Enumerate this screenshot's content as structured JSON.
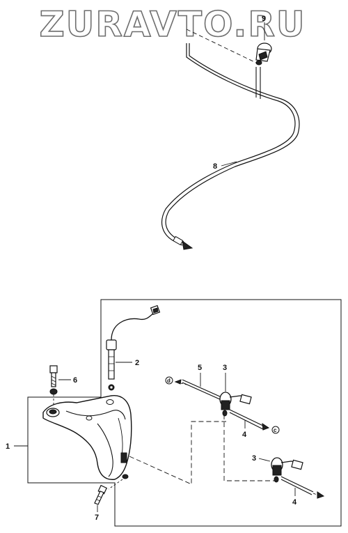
{
  "watermark": "ZURAVTO.RU",
  "callouts": {
    "c1": "1",
    "c2": "2",
    "c3a": "3",
    "c3b": "3",
    "c4a": "4",
    "c4b": "4",
    "c5": "5",
    "c6": "6",
    "c7": "7",
    "c8": "8",
    "c9": "9"
  },
  "refs": {
    "d": "d",
    "c": "c"
  }
}
